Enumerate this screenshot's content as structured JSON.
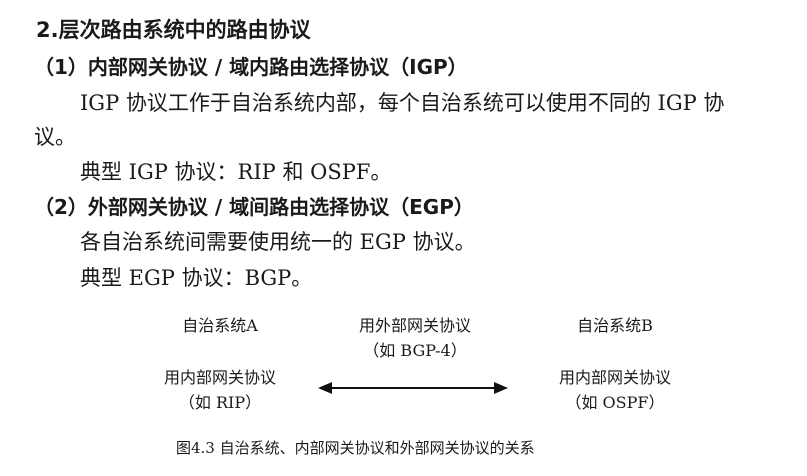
{
  "section": {
    "title": "2.层次路由系统中的路由协议"
  },
  "igp": {
    "heading": "（1）内部网关协议 / 域内路由选择协议（IGP）",
    "para_line1": "IGP 协议工作于自治系统内部，每个自治系统可以使用不同的 IGP 协",
    "para_line2": "议。",
    "examples": "典型 IGP 协议：RIP 和 OSPF。"
  },
  "egp": {
    "heading": "（2）外部网关协议 / 域间路由选择协议（EGP）",
    "para": "各自治系统间需要使用统一的 EGP 协议。",
    "examples": "典型 EGP 协议：BGP。"
  },
  "figure": {
    "as_a_label": "自治系统A",
    "as_b_label": "自治系统B",
    "egp_label": "用外部网关协议",
    "egp_example": "（如 BGP-4）",
    "a_igp_label": "用内部网关协议",
    "a_igp_example": "（如 RIP）",
    "b_igp_label": "用内部网关协议",
    "b_igp_example": "（如 OSPF）",
    "caption": "图4.3 自治系统、内部网关协议和外部网关协议的关系"
  }
}
